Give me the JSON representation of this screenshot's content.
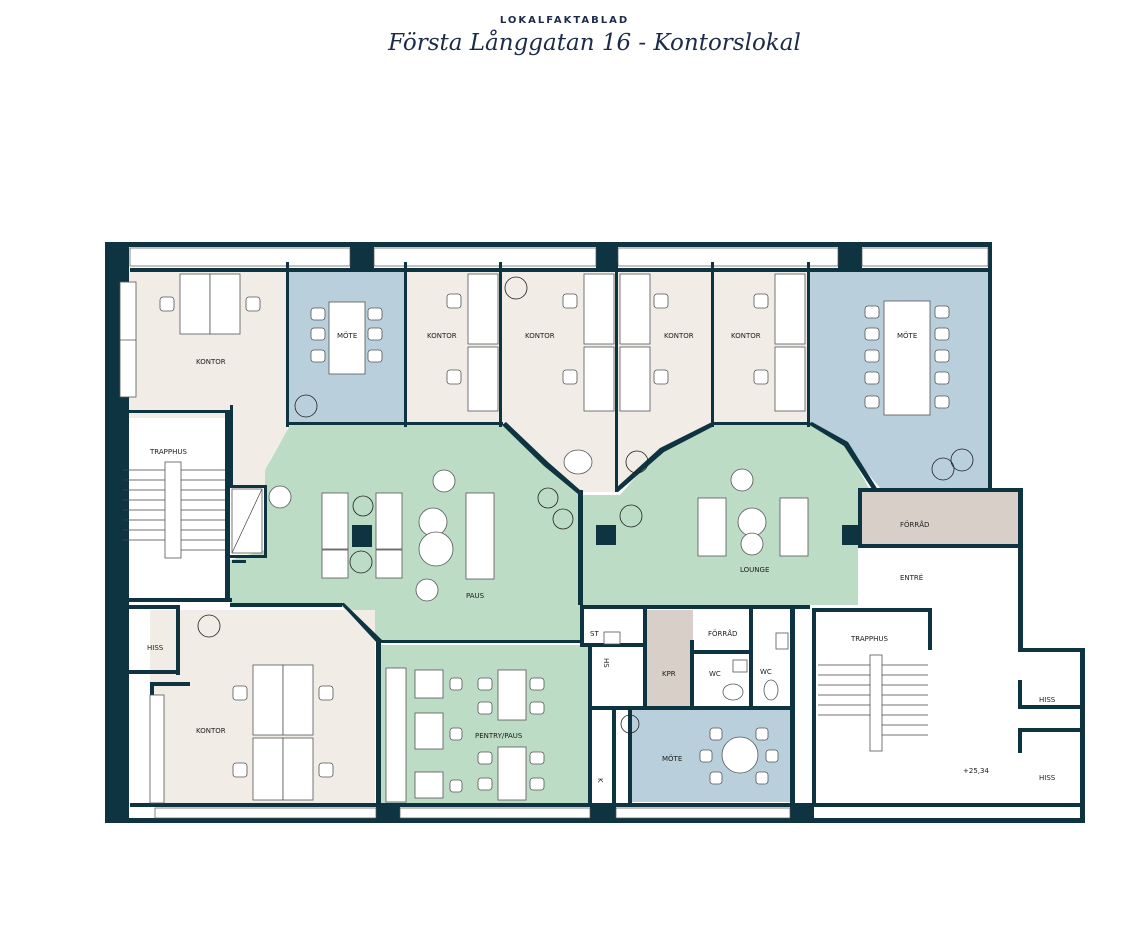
{
  "header": {
    "kicker": "LOKALFAKTABLAD",
    "title": "Första Långgatan 16 - Kontorslokal"
  },
  "colors": {
    "wall": "#0e3441",
    "office": "#f1ede6",
    "meeting": "#b9cfdc",
    "lounge": "#bcdcc6",
    "storage": "#d8d0c8",
    "utility": "#ffffff"
  },
  "rooms": {
    "kontor_nw": "KONTOR",
    "mote_1": "MÖTE",
    "kontor_2": "KONTOR",
    "kontor_3": "KONTOR",
    "kontor_4": "KONTOR",
    "kontor_5": "KONTOR",
    "mote_2": "MÖTE",
    "trapphus_w": "TRAPPHUS",
    "hiss_w": "HISS",
    "paus": "PAUS",
    "lounge": "LOUNGE",
    "forrad_e": "FÖRRÅD",
    "entre": "ENTRÉ",
    "st": "ST",
    "forrad_c": "FÖRRÅD",
    "kpr": "KPR",
    "wc_1": "WC",
    "wc_2": "WC",
    "hs": "HS",
    "trapphus_e": "TRAPPHUS",
    "hiss_e1": "HISS",
    "hiss_e2": "HISS",
    "elevation": "+25,34",
    "kontor_sw": "KONTOR",
    "pentry": "PENTRY/PAUS",
    "mote_3": "MÖTE",
    "k": "K"
  }
}
